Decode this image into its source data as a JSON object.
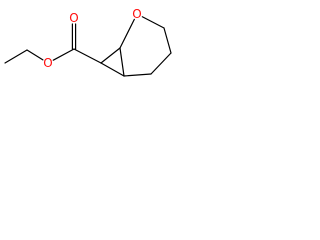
{
  "molecule": {
    "atoms": [
      {
        "id": "methyl",
        "element": "C",
        "label": ""
      },
      {
        "id": "ethyl_ch2",
        "element": "C",
        "label": ""
      },
      {
        "id": "ester_o",
        "element": "O",
        "label": "O"
      },
      {
        "id": "carbonyl_c",
        "element": "C",
        "label": ""
      },
      {
        "id": "carbonyl_o",
        "element": "O",
        "label": "O"
      },
      {
        "id": "c7",
        "element": "C",
        "label": ""
      },
      {
        "id": "c1",
        "element": "C",
        "label": ""
      },
      {
        "id": "ring_o",
        "element": "O",
        "label": "O"
      },
      {
        "id": "c3",
        "element": "C",
        "label": ""
      },
      {
        "id": "c4",
        "element": "C",
        "label": ""
      },
      {
        "id": "c5",
        "element": "C",
        "label": ""
      },
      {
        "id": "c6",
        "element": "C",
        "label": ""
      }
    ],
    "bonds": [
      {
        "from": "methyl",
        "to": "ethyl_ch2",
        "order": 1
      },
      {
        "from": "ethyl_ch2",
        "to": "ester_o",
        "order": 1
      },
      {
        "from": "ester_o",
        "to": "carbonyl_c",
        "order": 1
      },
      {
        "from": "carbonyl_c",
        "to": "carbonyl_o",
        "order": 2
      },
      {
        "from": "carbonyl_c",
        "to": "c7",
        "order": 1
      },
      {
        "from": "c7",
        "to": "c1",
        "order": 1
      },
      {
        "from": "c7",
        "to": "c6",
        "order": 1
      },
      {
        "from": "c1",
        "to": "c6",
        "order": 1
      },
      {
        "from": "c1",
        "to": "ring_o",
        "order": 1
      },
      {
        "from": "ring_o",
        "to": "c3",
        "order": 1
      },
      {
        "from": "c3",
        "to": "c4",
        "order": 1
      },
      {
        "from": "c4",
        "to": "c5",
        "order": 1
      },
      {
        "from": "c5",
        "to": "c6",
        "order": 1
      }
    ],
    "colors": {
      "bond": "#000000",
      "oxygen": "#ff0d0d"
    }
  }
}
